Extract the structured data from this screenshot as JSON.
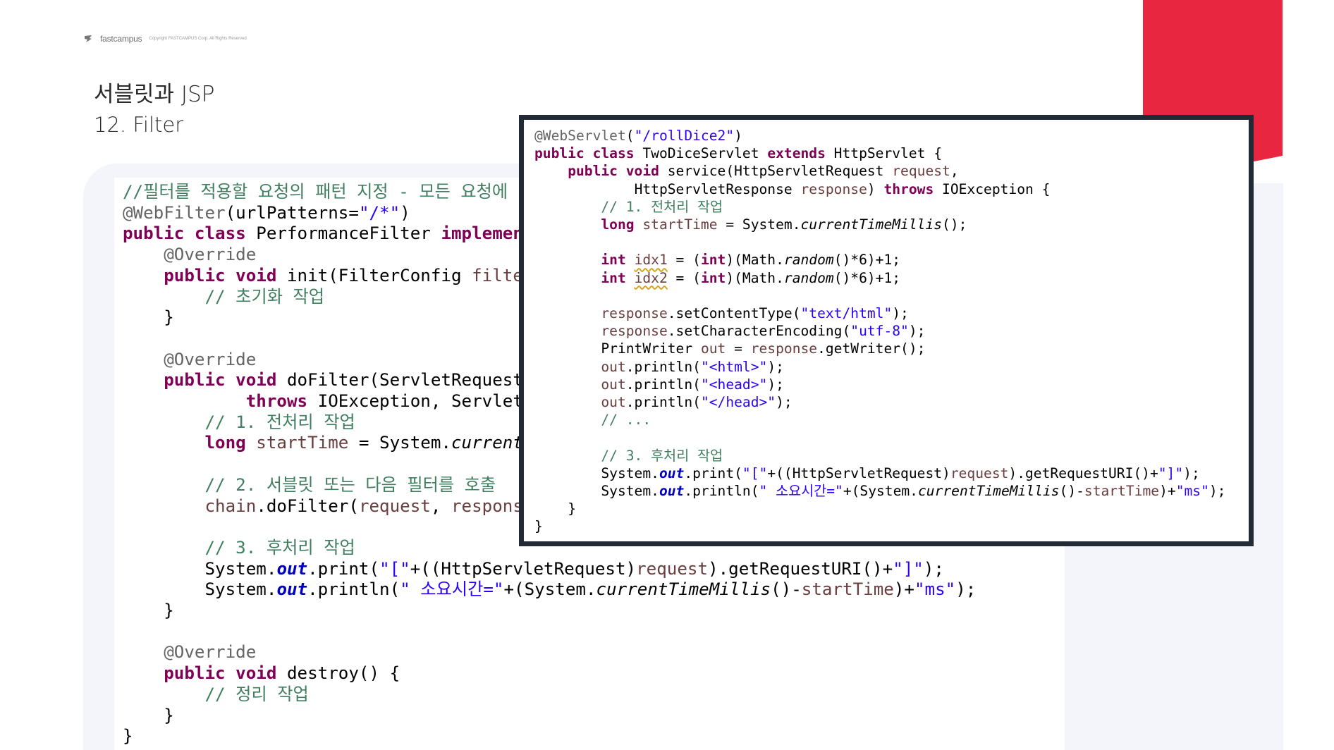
{
  "header": {
    "logo_text": "fastcampus",
    "copyright": "Copyright FASTCAMPUS Corp. All Rights Reserved"
  },
  "title": "서블릿과 JSP",
  "subtitle": "12. Filter",
  "colors": {
    "accent_red": "#e8263f",
    "panel_bg": "#f3f5fb",
    "frame_border": "#222a36",
    "keyword": "#7f0055",
    "comment": "#3f7f5f",
    "string": "#2a00ff"
  },
  "back_code": {
    "l1_comment": "//필터를 적용할 요청의 패턴 지정 - 모든 요청에 필터",
    "l2_ann": "@WebFilter",
    "l2_a": "(urlPatterns=",
    "l2_str": "\"/*\"",
    "l2_b": ")",
    "l3_kw": "public class",
    "l3_a": " PerformanceFilter ",
    "l3_kw2": "implements",
    "l4_ann": "@Override",
    "l5_kw": "public void",
    "l5_a": " init(FilterConfig ",
    "l5_var": "filterConfig",
    "l6_comment": "// 초기화 작업",
    "l7": "}",
    "l9_ann": "@Override",
    "l10_kw": "public void",
    "l10_a": " doFilter(ServletRequest request, ServletResponse response, FilterChain chain)",
    "l11_kw": "throws",
    "l11_a": " IOException, ServletException {",
    "l12_comment": "// 1. 전처리 작업",
    "l13_kw": "long",
    "l13_var": " startTime",
    "l13_a": " = System.",
    "l13_it": "currentTimeMillis",
    "l13_b": "();",
    "l15_comment": "// 2. 서블릿 또는 다음 필터를 호출",
    "l16_var": "chain",
    "l16_a": ".doFilter(",
    "l16_var2": "request",
    "l16_b": ", ",
    "l16_var3": "response",
    "l16_c": ");",
    "l18_comment": "// 3. 후처리 작업",
    "l19_a": "System.",
    "l19_fld": "out",
    "l19_b": ".print(",
    "l19_str": "\"[\"",
    "l19_c": "+((HttpServletRequest)",
    "l19_var": "request",
    "l19_d": ").getRequestURI()+",
    "l19_str2": "\"]\"",
    "l19_e": ");",
    "l20_a": "System.",
    "l20_fld": "out",
    "l20_b": ".println(",
    "l20_str": "\" 소요시간=\"",
    "l20_c": "+(System.",
    "l20_it": "currentTimeMillis",
    "l20_d": "()-",
    "l20_var": "startTime",
    "l20_e": ")+",
    "l20_str2": "\"ms\"",
    "l20_f": ");",
    "l21": "}",
    "l23_ann": "@Override",
    "l24_kw": "public void",
    "l24_a": " destroy() {",
    "l25_comment": "// 정리 작업",
    "l26": "}",
    "l27": "}"
  },
  "front_code": {
    "l1_ann": "@WebServlet",
    "l1_a": "(",
    "l1_str": "\"/rollDice2\"",
    "l1_b": ")",
    "l2_kw": "public class",
    "l2_a": " TwoDiceServlet ",
    "l2_kw2": "extends",
    "l2_b": " HttpServlet {",
    "l3_kw": "public void",
    "l3_a": " service(HttpServletRequest ",
    "l3_var": "request",
    "l3_b": ",",
    "l4_a": "HttpServletResponse ",
    "l4_var": "response",
    "l4_b": ") ",
    "l4_kw": "throws",
    "l4_c": " IOException {",
    "l5_comment": "// 1. 전처리 작업",
    "l6_kw": "long",
    "l6_var": " startTime",
    "l6_a": " = System.",
    "l6_it": "currentTimeMillis",
    "l6_b": "();",
    "l8_kw": "int",
    "l8_var": "idx1",
    "l8_a": " = (",
    "l8_kw2": "int",
    "l8_b": ")(Math.",
    "l8_it": "random",
    "l8_c": "()*6)+1;",
    "l9_kw": "int",
    "l9_var": "idx2",
    "l9_a": " = (",
    "l9_kw2": "int",
    "l9_b": ")(Math.",
    "l9_it": "random",
    "l9_c": "()*6)+1;",
    "l11_var": "response",
    "l11_a": ".setContentType(",
    "l11_str": "\"text/html\"",
    "l11_b": ");",
    "l12_var": "response",
    "l12_a": ".setCharacterEncoding(",
    "l12_str": "\"utf-8\"",
    "l12_b": ");",
    "l13_a": "PrintWriter ",
    "l13_var": "out",
    "l13_b": " = ",
    "l13_var2": "response",
    "l13_c": ".getWriter();",
    "l14_var": "out",
    "l14_a": ".println(",
    "l14_str": "\"<html>\"",
    "l14_b": ");",
    "l15_var": "out",
    "l15_a": ".println(",
    "l15_str": "\"<head>\"",
    "l15_b": ");",
    "l16_var": "out",
    "l16_a": ".println(",
    "l16_str": "\"</head>\"",
    "l16_b": ");",
    "l17_comment": "// ...",
    "l19_comment": "// 3. 후처리 작업",
    "l20_a": "System.",
    "l20_fld": "out",
    "l20_b": ".print(",
    "l20_str": "\"[\"",
    "l20_c": "+((HttpServletRequest)",
    "l20_var": "request",
    "l20_d": ").getRequestURI()+",
    "l20_str2": "\"]\"",
    "l20_e": ");",
    "l21_a": "System.",
    "l21_fld": "out",
    "l21_b": ".println(",
    "l21_str": "\" 소요시간=\"",
    "l21_c": "+(System.",
    "l21_it": "currentTimeMillis",
    "l21_d": "()-",
    "l21_var": "startTime",
    "l21_e": ")+",
    "l21_str2": "\"ms\"",
    "l21_f": ");",
    "l22": "}",
    "l23": "}"
  }
}
